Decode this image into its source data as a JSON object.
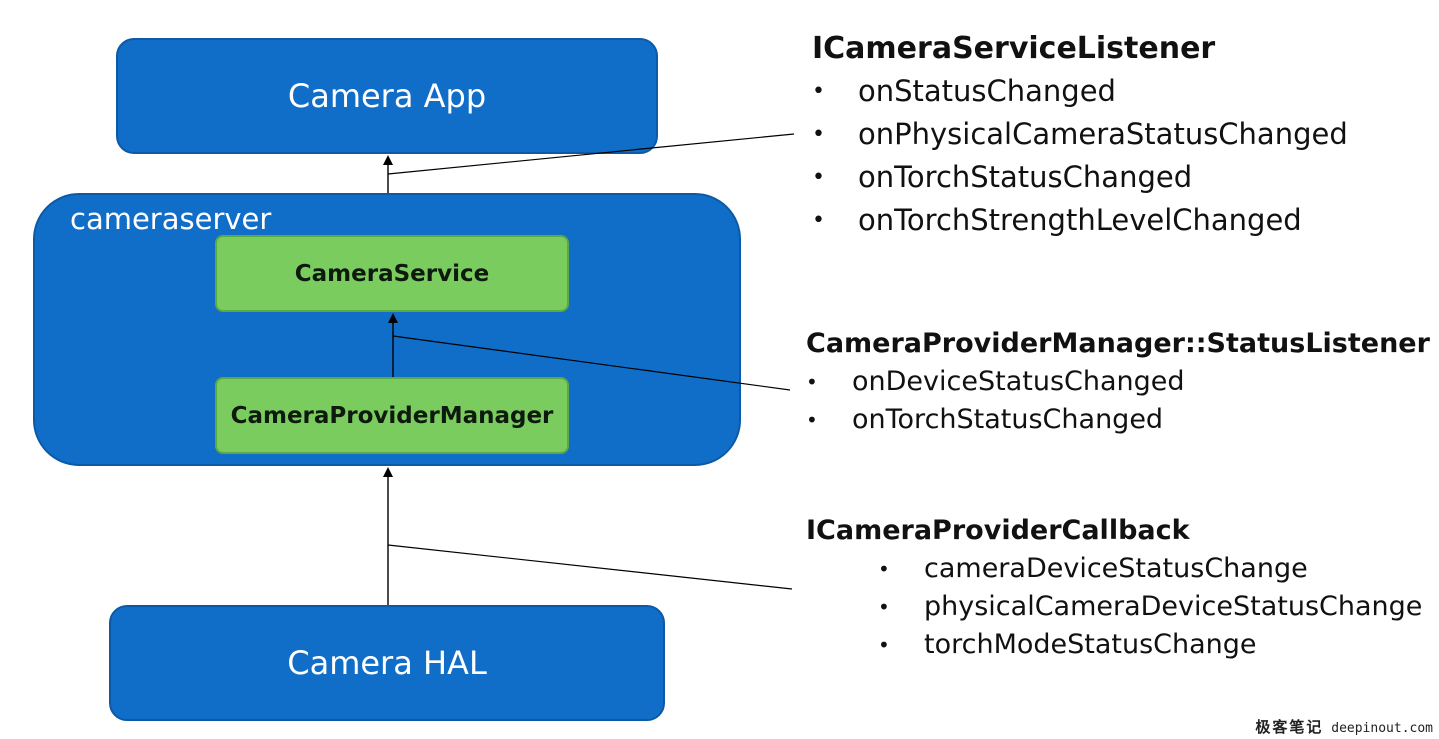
{
  "nodes": {
    "camera_app": "Camera App",
    "cameraserver": "cameraserver",
    "camera_service": "CameraService",
    "camera_provider_manager": "CameraProviderManager",
    "camera_hal": "Camera HAL"
  },
  "callbacks": {
    "camera_service_listener": {
      "title": "ICameraServiceListener",
      "items": [
        "onStatusChanged",
        "onPhysicalCameraStatusChanged",
        "onTorchStatusChanged",
        "onTorchStrengthLevelChanged"
      ]
    },
    "provider_manager_status_listener": {
      "title": "CameraProviderManager::StatusListener",
      "items": [
        "onDeviceStatusChanged",
        "onTorchStatusChanged"
      ]
    },
    "provider_callback": {
      "title": "ICameraProviderCallback",
      "items": [
        "cameraDeviceStatusChange",
        "physicalCameraDeviceStatusChange",
        "torchModeStatusChange"
      ]
    }
  },
  "bullet": "•",
  "watermark": {
    "cn": "极客笔记",
    "site": "deepinout.com"
  },
  "colors": {
    "blue_box": "#106ec8",
    "green_box": "#7bcc5f",
    "connector": "#000000"
  }
}
